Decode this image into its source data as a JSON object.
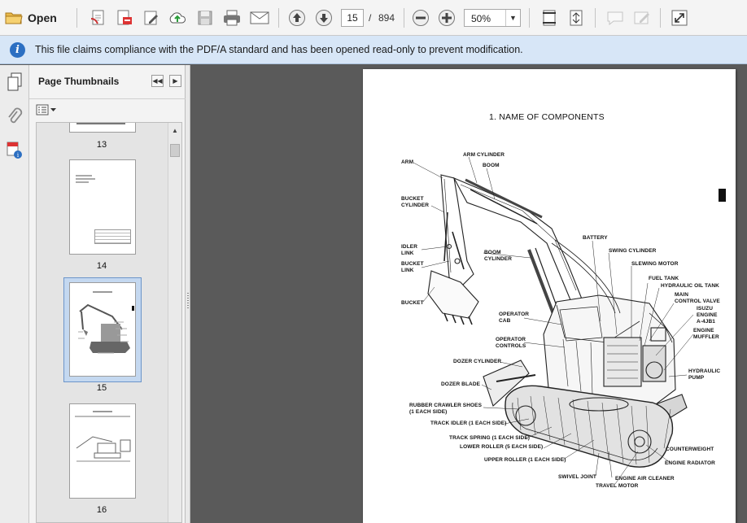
{
  "toolbar": {
    "open_label": "Open",
    "current_page": "15",
    "page_separator": "/",
    "total_pages": "894",
    "zoom_value": "50%",
    "icons": [
      "open-folder-icon",
      "create-pdf-icon",
      "export-pdf-icon",
      "edit-icon",
      "cloud-upload-icon",
      "save-icon",
      "print-icon",
      "email-icon",
      "previous-page-icon",
      "next-page-icon",
      "zoom-out-icon",
      "zoom-in-icon",
      "fit-width-icon",
      "fit-page-icon",
      "comment-icon",
      "sign-icon",
      "fullscreen-icon"
    ]
  },
  "notice": {
    "text": "This file claims compliance with the PDF/A standard and has been opened read-only to prevent modification."
  },
  "thumbnails": {
    "title": "Page Thumbnails",
    "pages": [
      {
        "num": "13"
      },
      {
        "num": "14"
      },
      {
        "num": "15",
        "selected": true
      },
      {
        "num": "16"
      }
    ]
  },
  "document": {
    "title": "1.    NAME OF COMPONENTS",
    "labels": {
      "arm": "ARM",
      "arm_cylinder": "ARM CYLINDER",
      "boom": "BOOM",
      "bucket_cylinder": "BUCKET\nCYLINDER",
      "idler_link": "IDLER\nLINK",
      "bucket_link": "BUCKET\nLINK",
      "boom_cylinder": "BOOM\nCYLINDER",
      "bucket": "BUCKET",
      "battery": "BATTERY",
      "swing_cylinder": "SWING CYLINDER",
      "slewing_motor": "SLEWING MOTOR",
      "fuel_tank": "FUEL TANK",
      "hydraulic_oil_tank": "HYDRAULIC OIL TANK",
      "main_control_valve": "MAIN\nCONTROL VALVE",
      "isuzu_engine": "ISUZU\nENGINE\nA-4JB1",
      "engine_muffler": "ENGINE\nMUFFLER",
      "operator_cab": "OPERATOR\nCAB",
      "operator_controls": "OPERATOR\nCONTROLS",
      "hydraulic_pump": "HYDRAULIC\nPUMP",
      "dozer_cylinder": "DOZER CYLINDER",
      "dozer_blade": "DOZER BLADE",
      "rubber_crawler_shoes": "RUBBER CRAWLER SHOES\n(1 EACH SIDE)",
      "track_idler": "TRACK IDLER (1 EACH SIDE)",
      "track_spring": "TRACK SPRING (1 EACH SIDE)",
      "lower_roller": "LOWER ROLLER (5 EACH SIDE)",
      "upper_roller": "UPPER ROLLER (1 EACH SIDE)",
      "counterweight": "COUNTERWEIGHT",
      "engine_radiator": "ENGINE RADIATOR",
      "swivel_joint": "SWIVEL JOINT",
      "engine_air_cleaner": "ENGINE AIR CLEANER",
      "travel_motor": "TRAVEL MOTOR"
    }
  }
}
